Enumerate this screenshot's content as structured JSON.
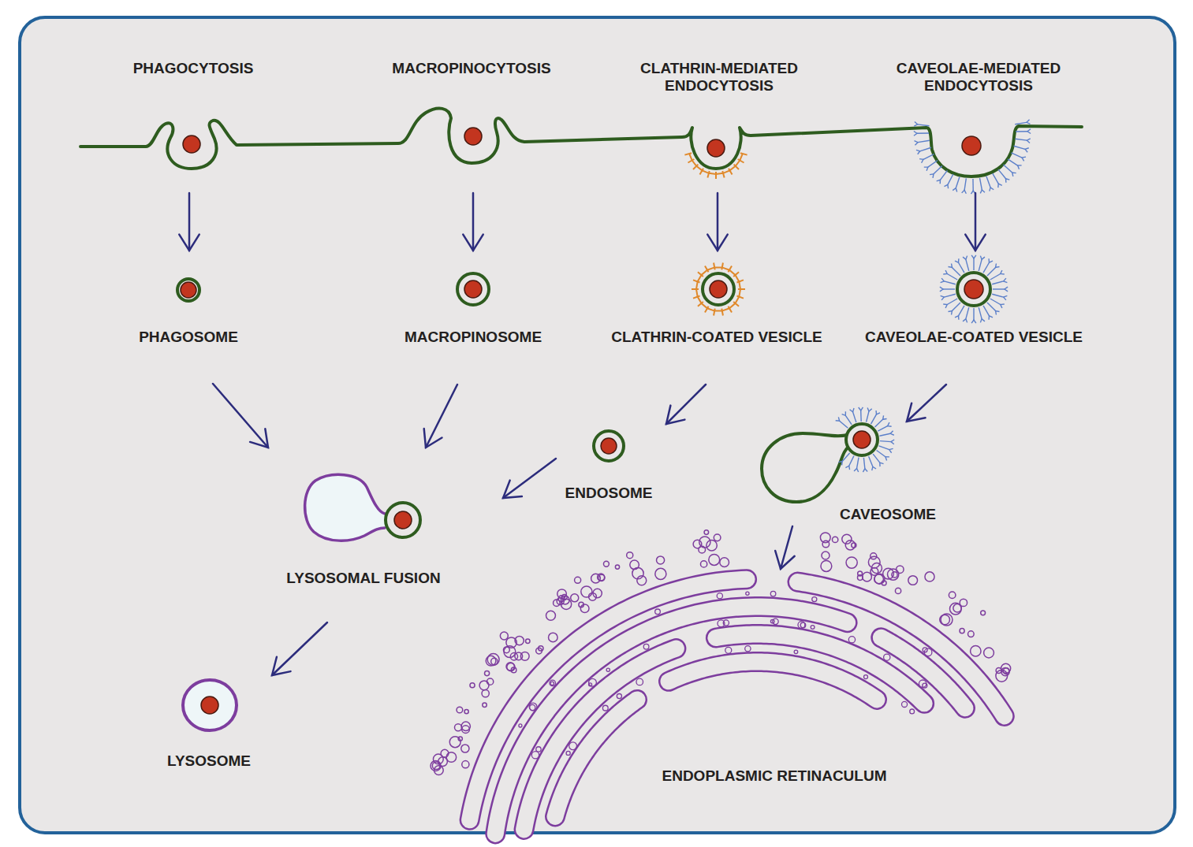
{
  "diagram": {
    "nodes": [
      {
        "text": [
          "PHAGOCYTOSIS"
        ]
      },
      {
        "text": [
          "MACROPINOCYTOSIS"
        ]
      },
      {
        "text": [
          "CLATHRIN-MEDIATED ENDOCYTOSIS"
        ]
      },
      {
        "text": [
          "CAVEOLAE-MEDIATED ENDOCYTOSIS"
        ]
      },
      {
        "text": [
          "PHAGOSOME"
        ]
      },
      {
        "text": [
          "MACROPINOSOME"
        ]
      },
      {
        "text": [
          "CLATHRIN-COATED VESICLE"
        ]
      },
      {
        "text": [
          "CAVEOLAE-COATED VESICLE"
        ]
      },
      {
        "text": [
          "ENDOSOME"
        ]
      },
      {
        "text": [
          "CAVEOSOME"
        ]
      },
      {
        "text": [
          "LYSOSOMAL FUSION"
        ]
      },
      {
        "text": [
          "LYSOSOME"
        ]
      },
      {
        "text": [
          "ENDOPLASMIC RETINACULUM"
        ]
      }
    ],
    "edges": [
      {
        "from": 0,
        "to": 4,
        "arrow": "to"
      },
      {
        "from": 1,
        "to": 5,
        "arrow": "to"
      },
      {
        "from": 2,
        "to": 6,
        "arrow": "to"
      },
      {
        "from": 3,
        "to": 7,
        "arrow": "to"
      },
      {
        "from": 4,
        "to": 10,
        "arrow": "to"
      },
      {
        "from": 5,
        "to": 10,
        "arrow": "to"
      },
      {
        "from": 6,
        "to": 8,
        "arrow": "to"
      },
      {
        "from": 7,
        "to": 9,
        "arrow": "to"
      },
      {
        "from": 8,
        "to": 10,
        "arrow": "to"
      },
      {
        "from": 9,
        "to": 12,
        "arrow": "to"
      },
      {
        "from": 10,
        "to": 11,
        "arrow": "to"
      }
    ]
  }
}
